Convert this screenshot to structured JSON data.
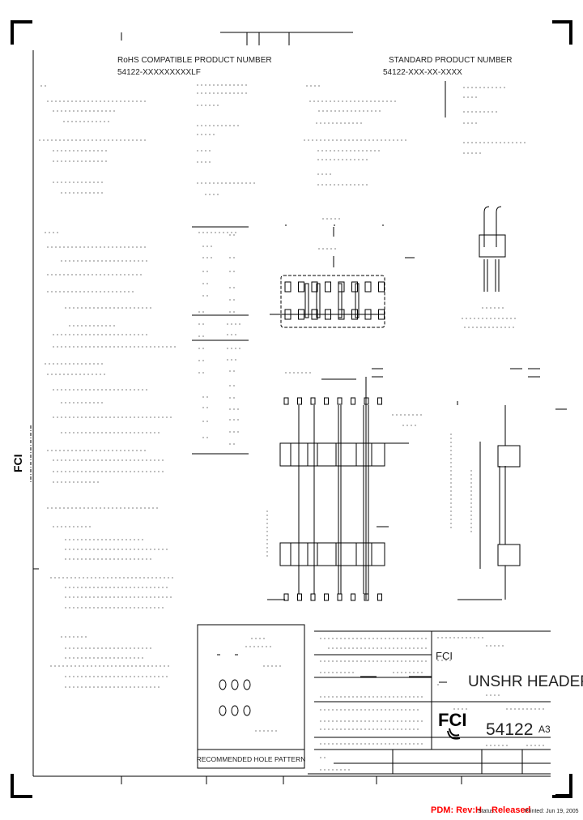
{
  "header": {
    "rohs_title": "RoHS COMPATIBLE PRODUCT NUMBER",
    "rohs_number": "54122-XXXXXXXXXLF",
    "standard_title": "STANDARD PRODUCT NUMBER",
    "standard_number": "54122-XXX-XX-XXXX"
  },
  "hole_pattern": {
    "caption": "RECOMMENDED HOLE PATTERN"
  },
  "title_block": {
    "title": "UNSHR HEADER",
    "part_number": "54122",
    "size": "A3",
    "logo": "FCI"
  },
  "footer": {
    "pdm": "PDM: Rev:H",
    "status_label": "Status:",
    "status_value": "Released",
    "printed": "Printed: Jun 19, 2005"
  },
  "colors": {
    "ink": "#000000",
    "status_red": "#ff0000"
  }
}
